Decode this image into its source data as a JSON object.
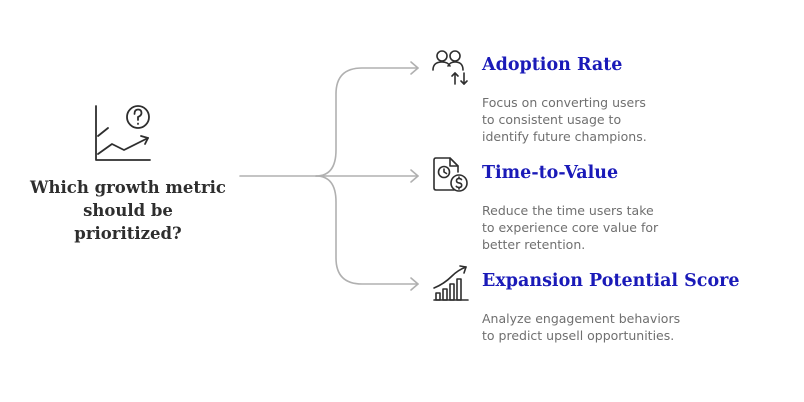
{
  "question": {
    "text": "Which growth metric should be prioritized?",
    "icon": "growth-chart-question-icon"
  },
  "options": [
    {
      "title": "Adoption Rate",
      "description": "Focus on converting users\nto consistent usage to\nidentify future champions.",
      "icon": "users-arrows-icon"
    },
    {
      "title": "Time-to-Value",
      "description": "Reduce the time users take\nto experience core value for\nbetter retention.",
      "icon": "clock-dollar-document-icon"
    },
    {
      "title": "Expansion Potential Score",
      "description": "Analyze engagement behaviors\nto predict upsell opportunities.",
      "icon": "growth-bars-icon"
    }
  ],
  "colors": {
    "title": "#1a1ab8",
    "description": "#6f6f6f",
    "question": "#2e2e2e",
    "icon": "#2e2e2e",
    "connector": "#b0b0b0"
  }
}
